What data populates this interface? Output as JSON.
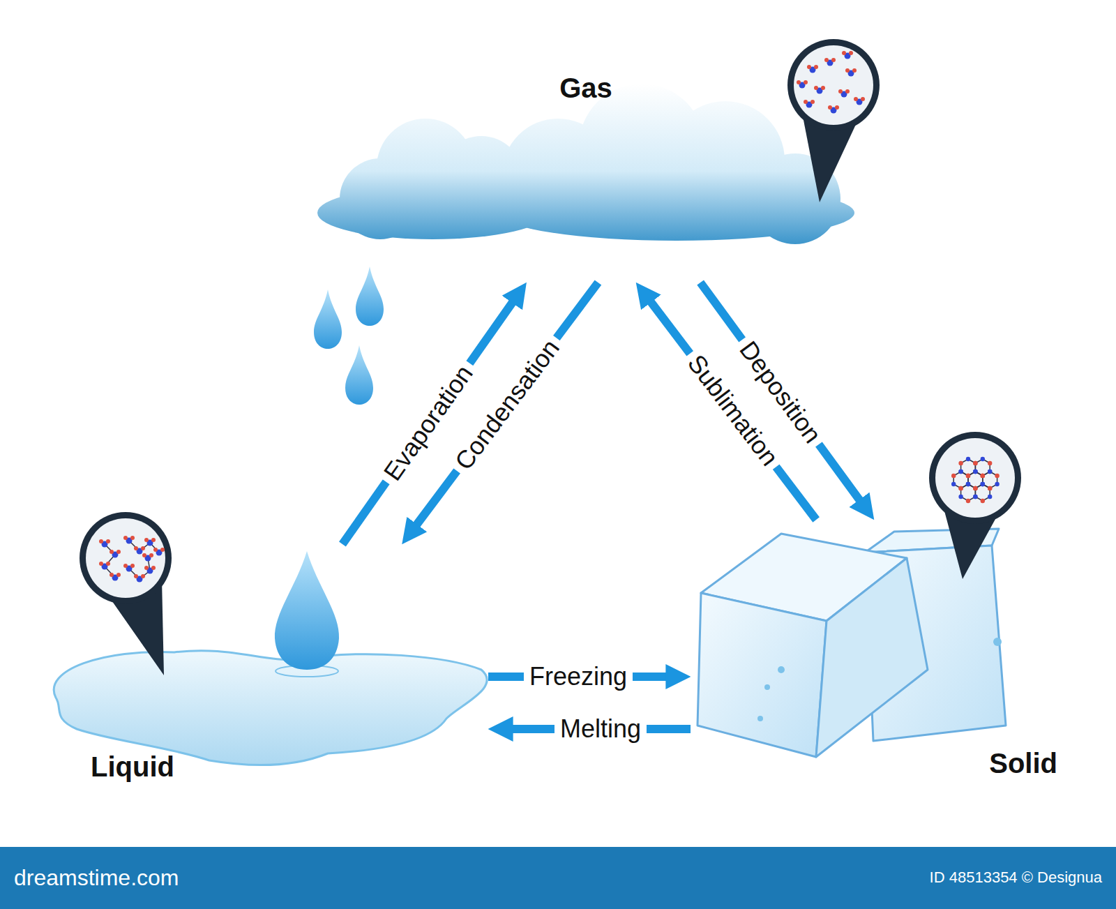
{
  "diagram": {
    "nodes": [
      {
        "text": [
          "Gas"
        ]
      },
      {
        "text": [
          "Liquid"
        ]
      },
      {
        "text": [
          "Solid"
        ]
      }
    ],
    "edges": [
      {
        "from": 1,
        "to": 0,
        "arrow": "to",
        "label": "Evaporation"
      },
      {
        "from": 0,
        "to": 1,
        "arrow": "to",
        "label": "Condensation"
      },
      {
        "from": 0,
        "to": 2,
        "arrow": "to",
        "label": "Deposition"
      },
      {
        "from": 2,
        "to": 0,
        "arrow": "to",
        "label": "Sublimation"
      },
      {
        "from": 1,
        "to": 2,
        "arrow": "to",
        "label": "Freezing"
      },
      {
        "from": 2,
        "to": 1,
        "arrow": "to",
        "label": "Melting"
      }
    ],
    "labels": [
      "dreamstime.com",
      "ID 48513354 © Designua"
    ]
  }
}
